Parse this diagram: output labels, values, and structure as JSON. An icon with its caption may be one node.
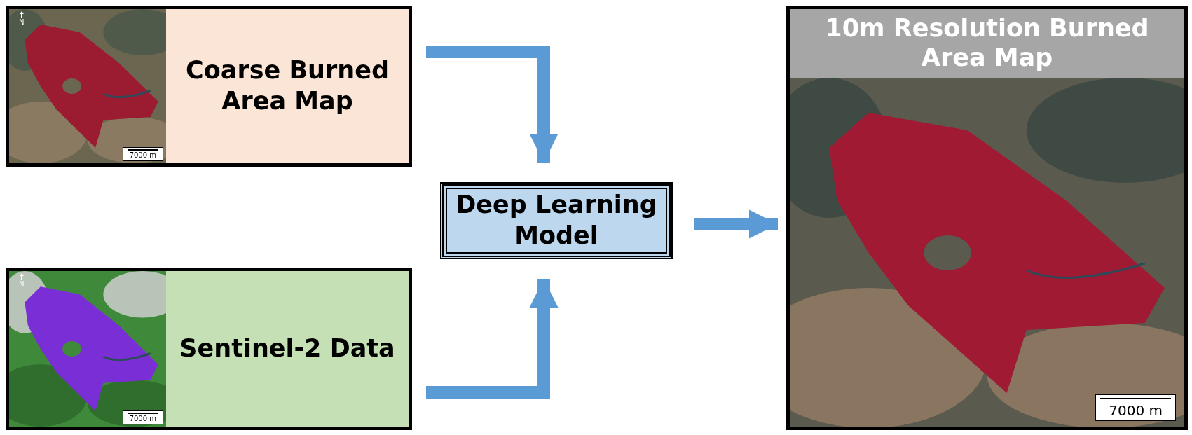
{
  "diagram": {
    "nodes": [
      {
        "text": [
          "Coarse Burned Area Map"
        ]
      },
      {
        "text": [
          "Sentinel-2 Data"
        ]
      },
      {
        "text": [
          "Deep Learning Model"
        ]
      },
      {
        "text": [
          "10m Resolution Burned Area Map"
        ]
      }
    ],
    "edges": [
      {
        "from": 0,
        "to": 2,
        "arrow": "to"
      },
      {
        "from": 1,
        "to": 2,
        "arrow": "to"
      },
      {
        "from": 2,
        "to": 3,
        "arrow": "to"
      }
    ],
    "labels": [
      "N",
      "7000 m",
      "N",
      "7000 m",
      "7000 m"
    ]
  }
}
